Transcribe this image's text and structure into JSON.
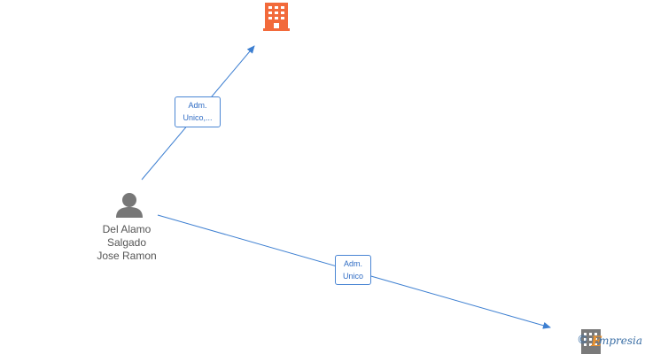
{
  "person": {
    "name_lines": [
      "Del Alamo",
      "Salgado",
      "Jose Ramon"
    ],
    "icon": "person-icon",
    "color": "#777777"
  },
  "companies": [
    {
      "icon": "building-icon",
      "color": "#f26a3b"
    },
    {
      "icon": "building-icon",
      "color": "#7a7a7a"
    }
  ],
  "edges": [
    {
      "label_lines": [
        "Adm.",
        "Unico,..."
      ],
      "color": "#3d7fd1"
    },
    {
      "label_lines": [
        "Adm.",
        "Unico"
      ],
      "color": "#3d7fd1"
    }
  ],
  "watermark": {
    "copyright": "©",
    "e": "E",
    "text": "mpresia"
  }
}
